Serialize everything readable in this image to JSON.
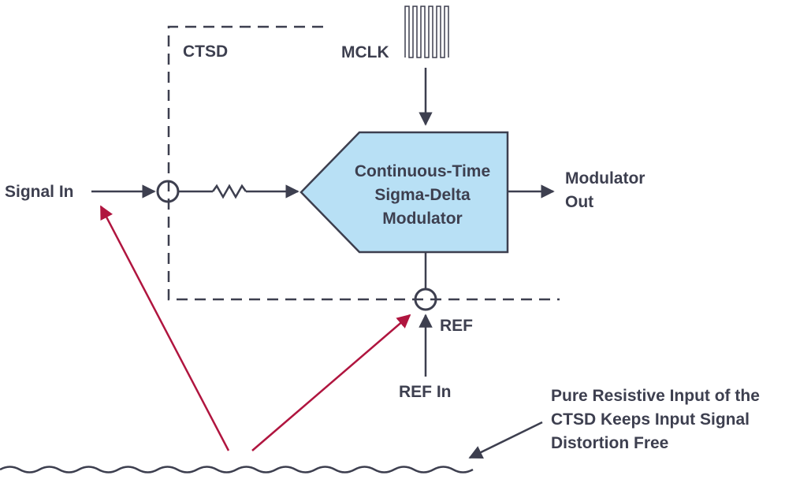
{
  "labels": {
    "ctsd": "CTSD",
    "mclk": "MCLK",
    "signal_in": "Signal In",
    "modulator_out_line1": "Modulator",
    "modulator_out_line2": "Out",
    "ref": "REF",
    "ref_in": "REF In"
  },
  "modulator_block": {
    "line1": "Continuous-Time",
    "line2": "Sigma-Delta",
    "line3": "Modulator"
  },
  "annotation": {
    "line1": "Pure Resistive Input of the",
    "line2": "CTSD Keeps Input Signal",
    "line3": "Distortion Free"
  },
  "colors": {
    "ink": "#3d3f4f",
    "block_fill": "#b8e0f5",
    "accent_arrow": "#b0153f",
    "dashed_box": "#3d3f4f"
  }
}
